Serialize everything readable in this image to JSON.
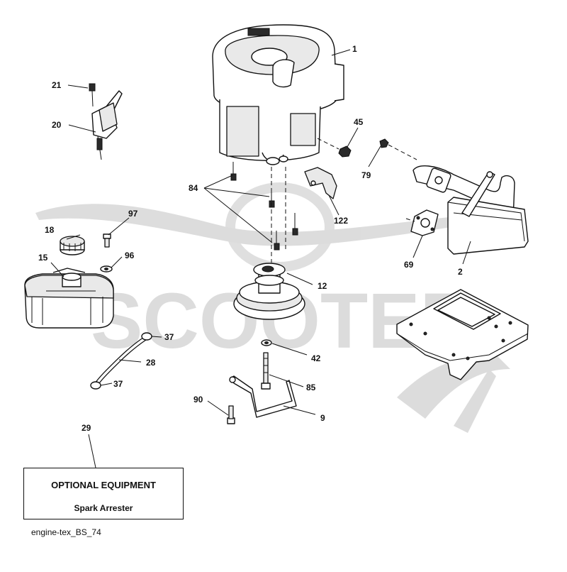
{
  "watermark": {
    "text": "SCOOTER",
    "color": "#d9d9d9"
  },
  "callouts": [
    {
      "id": "1",
      "label": "1"
    },
    {
      "id": "2",
      "label": "2"
    },
    {
      "id": "9",
      "label": "9"
    },
    {
      "id": "12",
      "label": "12"
    },
    {
      "id": "15",
      "label": "15"
    },
    {
      "id": "18",
      "label": "18"
    },
    {
      "id": "20",
      "label": "20"
    },
    {
      "id": "21",
      "label": "21"
    },
    {
      "id": "28",
      "label": "28"
    },
    {
      "id": "29",
      "label": "29"
    },
    {
      "id": "37a",
      "label": "37"
    },
    {
      "id": "37b",
      "label": "37"
    },
    {
      "id": "42",
      "label": "42"
    },
    {
      "id": "45",
      "label": "45"
    },
    {
      "id": "69",
      "label": "69"
    },
    {
      "id": "79",
      "label": "79"
    },
    {
      "id": "84",
      "label": "84"
    },
    {
      "id": "85",
      "label": "85"
    },
    {
      "id": "90",
      "label": "90"
    },
    {
      "id": "96",
      "label": "96"
    },
    {
      "id": "97",
      "label": "97"
    },
    {
      "id": "122",
      "label": "122"
    }
  ],
  "optional_box": {
    "title": "OPTIONAL EQUIPMENT",
    "subtitle": "Spark Arrester"
  },
  "footer": {
    "code": "engine-tex_BS_74"
  }
}
